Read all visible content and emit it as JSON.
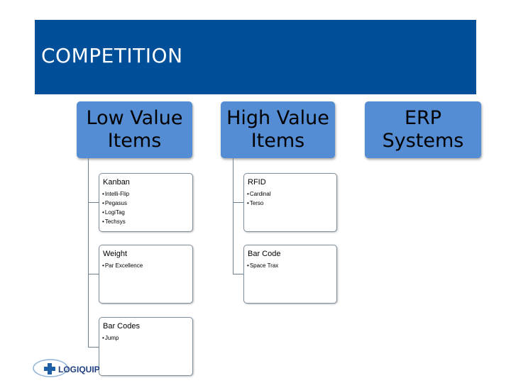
{
  "header": {
    "title": "COMPETITION"
  },
  "columns": [
    {
      "title_lines": [
        "Low Value",
        "Items"
      ]
    },
    {
      "title_lines": [
        "High Value",
        "Items"
      ]
    },
    {
      "title_lines": [
        "ERP",
        "Systems"
      ]
    }
  ],
  "low_value": [
    {
      "title": "Kanban",
      "items": [
        "Intelli-Flip",
        "Pegasus",
        "LogiTag",
        "Techsys"
      ]
    },
    {
      "title": "Weight",
      "items": [
        "Par Excellence"
      ]
    },
    {
      "title": "Bar Codes",
      "items": [
        "Jump"
      ]
    }
  ],
  "high_value": [
    {
      "title": "RFID",
      "items": [
        "Cardinal",
        "Terso"
      ]
    },
    {
      "title": "Bar Code",
      "items": [
        "Space Trax"
      ]
    }
  ],
  "logo": {
    "text": "LOGIQUIP",
    "colors": {
      "cross": "#1f5fa8",
      "ring": "#8fb4da"
    }
  },
  "colors": {
    "header": "#004f98",
    "category": "#548dd4"
  }
}
